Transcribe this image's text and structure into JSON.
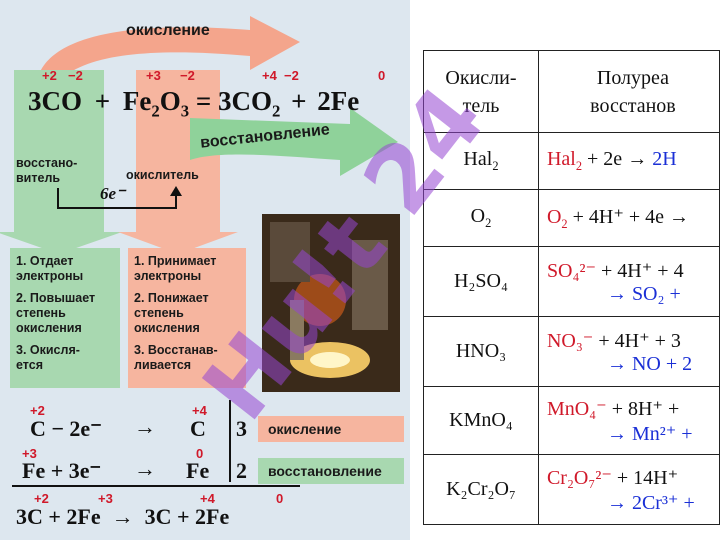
{
  "poster": {
    "arrow_top": "окисление",
    "arrow_mid": "восстановление",
    "eq_reactant1": "3CO",
    "eq_plus1": "+",
    "eq_reactant2_main": "Fe",
    "eq_reactant2_sub1": "2",
    "eq_reactant2_o": "O",
    "eq_reactant2_sub2": "3",
    "eq_equals": "=",
    "eq_product1_main": "3CO",
    "eq_product1_sub": "2",
    "eq_plus2": "+",
    "eq_product2": "2Fe",
    "ox_c": "+2",
    "ox_o1": "−2",
    "ox_fe": "+3",
    "ox_o2": "−2",
    "ox_c2": "+4",
    "ox_o3": "−2",
    "ox_fe2": "0",
    "reducer_label": "восстано-\nвитель",
    "oxidizer_label": "окислитель",
    "electrons": "6e⁻",
    "reducer_list": [
      "1. Отдает\nэлектроны",
      "2. Повышает\nстепень\nокисления",
      "3. Окисля-\nется"
    ],
    "oxidizer_list": [
      "1. Принимает\nэлектроны",
      "2. Понижает\nстепень\nокисления",
      "3. Восстанав-\nливается"
    ],
    "bal1_lhs": "C − 2e⁻",
    "bal1_rhs": "C",
    "bal1_coef": "3",
    "bal1_ox_l": "+2",
    "bal1_ox_r": "+4",
    "bal1_tag": "окисление",
    "bal2_lhs": "Fe + 3e⁻",
    "bal2_rhs": "Fe",
    "bal2_coef": "2",
    "bal2_ox_l": "+3",
    "bal2_ox_r": "0",
    "bal2_tag": "восстановление",
    "sum_line": "3C + 2Fe  →  3C + 2Fe",
    "sum_ox": [
      "+2",
      "+3",
      "+4",
      "0"
    ],
    "arrow": "→",
    "watermark": "Hu!t 24"
  },
  "table": {
    "headers": [
      "Окисли-\nтель",
      "Полуреа\nвосстанов"
    ],
    "rows": [
      {
        "ox": "Hal",
        "ox_sub": "2",
        "l1_red": "Hal",
        "l1_red_sub": "2",
        "l1_black": " + 2e → ",
        "l1_blue": "2H",
        "l2": ""
      },
      {
        "ox": "O",
        "ox_sub": "2",
        "l1_red": "O",
        "l1_red_sub": "2",
        "l1_black": " + 4H⁺ + 4e →",
        "l1_blue": "",
        "l2": ""
      },
      {
        "ox": "H₂SO₄",
        "ox_sub": "",
        "l1_red": "SO₄²⁻",
        "l1_red_sub": "",
        "l1_black": " + 4H⁺ + 4",
        "l1_blue": "",
        "l2": "→ SO₂ +"
      },
      {
        "ox": "HNO₃",
        "ox_sub": "",
        "l1_red": "NO₃⁻",
        "l1_red_sub": "",
        "l1_black": " + 4H⁺ + 3",
        "l1_blue": "",
        "l2": "→ NO + 2"
      },
      {
        "ox": "KMnO₄",
        "ox_sub": "",
        "l1_red": "MnO₄⁻",
        "l1_red_sub": "",
        "l1_black": " + 8H⁺ +",
        "l1_blue": "",
        "l2": "→ Mn²⁺ +"
      },
      {
        "ox": "K₂Cr₂O₇",
        "ox_sub": "",
        "l1_red": "Cr₂O₇²⁻",
        "l1_red_sub": "",
        "l1_black": " + 14H⁺",
        "l1_blue": "",
        "l2": "→ 2Cr³⁺ +"
      }
    ]
  },
  "colors": {
    "red": "#d0192a",
    "blue": "#1a2fd6",
    "green_box": "#a8d8b0",
    "salmon_box": "#f6b59f",
    "poster_bg": "#dde7ef"
  }
}
